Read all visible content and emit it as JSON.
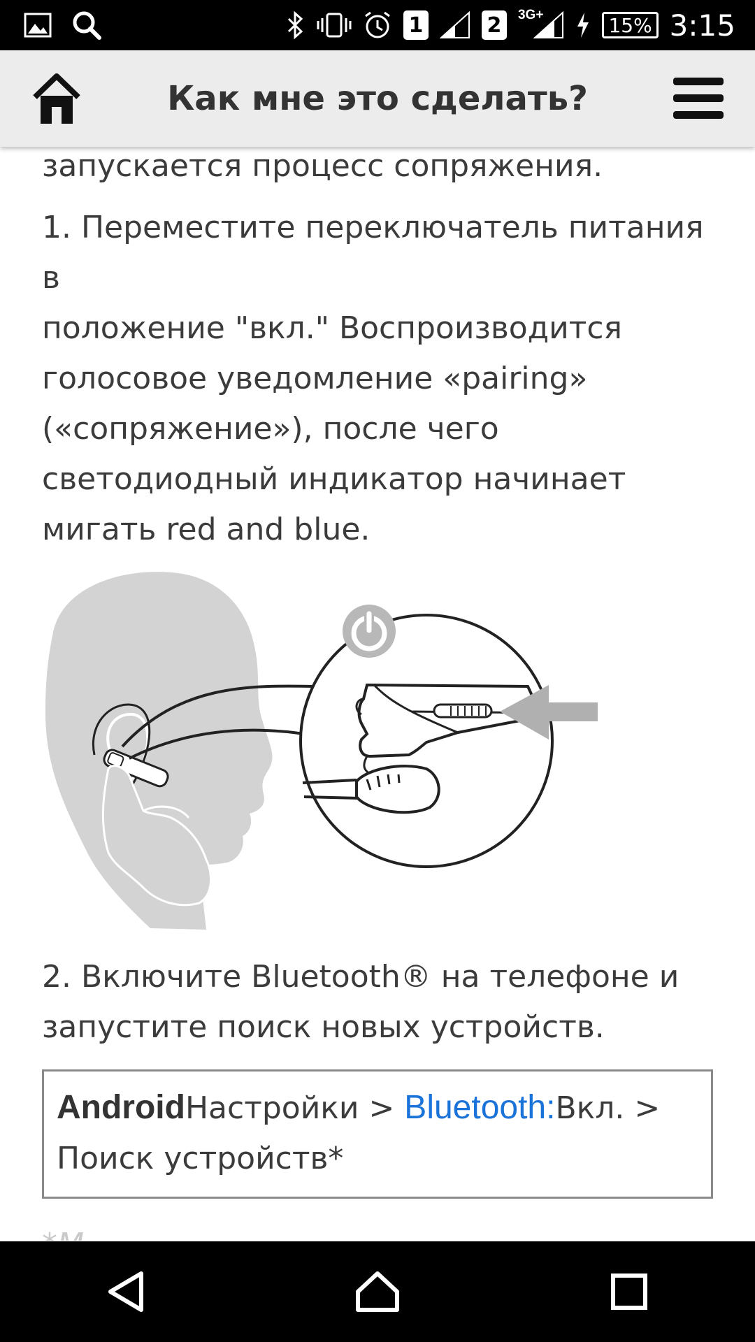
{
  "status_bar": {
    "sim1": "1",
    "sim2": "2",
    "network_type": "3G+",
    "battery": "15%",
    "time": "3:15"
  },
  "header": {
    "title": "Как мне это сделать?",
    "home_icon": "home-icon",
    "menu_icon": "hamburger-menu-icon"
  },
  "content": {
    "intro_tail": "запускается процесс сопряжения.",
    "step1_lines": [
      "1. Переместите переключатель питания в",
      "положение \"вкл.\" Воспроизводится",
      "голосовое уведомление «pairing»",
      "(«сопряжение»), после чего",
      "светодиодный индикатор  начинает",
      "мигать red and blue."
    ],
    "step2_lines": [
      "2. Включите Bluetooth® на телефоне и",
      "запустите поиск новых устройств."
    ],
    "info_box": {
      "platform": "Android",
      "path_start": "Настройки > ",
      "bluetooth": "Bluetooth:",
      "path_mid": "Вкл. >",
      "path_end": "Поиск устройств*"
    },
    "cut_off_text": "*М"
  },
  "nav_bar": {
    "back_icon": "back-triangle-icon",
    "home_icon": "home-outline-icon",
    "recents_icon": "recents-square-icon"
  }
}
